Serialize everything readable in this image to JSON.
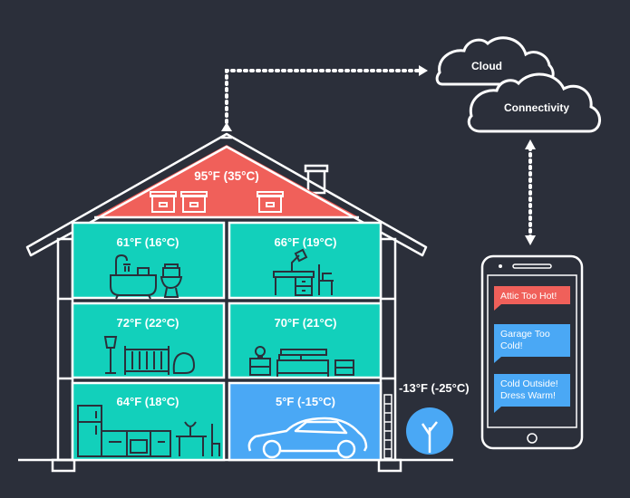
{
  "colors": {
    "background": "#2b2f3a",
    "attic": "#f0605a",
    "room": "#12d0bb",
    "garage": "#4aa8f5",
    "outline": "#ffffff",
    "alert": "#f0605a",
    "info": "#4aa8f5"
  },
  "cloud": {
    "label_top": "Cloud",
    "label_bottom": "Connectivity"
  },
  "house": {
    "attic_temp": "95°F (35°C)",
    "rooms": {
      "bathroom": "61°F (16°C)",
      "office": "66°F (19°C)",
      "bedroom": "72°F (22°C)",
      "living": "70°F (21°C)",
      "kitchen": "64°F (18°C)",
      "garage": "5°F (-15°C)"
    },
    "outside_temp": "-13°F (-25°C)"
  },
  "phone": {
    "messages": [
      {
        "lines": [
          "Attic Too Hot!"
        ],
        "type": "alert"
      },
      {
        "lines": [
          "Garage Too",
          "Cold!"
        ],
        "type": "info"
      },
      {
        "lines": [
          "Cold Outside!",
          "Dress Warm!"
        ],
        "type": "info"
      }
    ]
  },
  "icons": [
    "cloud-icon",
    "bathtub-icon",
    "toilet-icon",
    "desk-icon",
    "lamp-icon",
    "crib-icon",
    "beanbag-icon",
    "bed-icon",
    "nightstand-icon",
    "fridge-icon",
    "stove-icon",
    "dining-table-icon",
    "car-icon",
    "tree-icon",
    "box-icon",
    "smartphone-icon"
  ]
}
